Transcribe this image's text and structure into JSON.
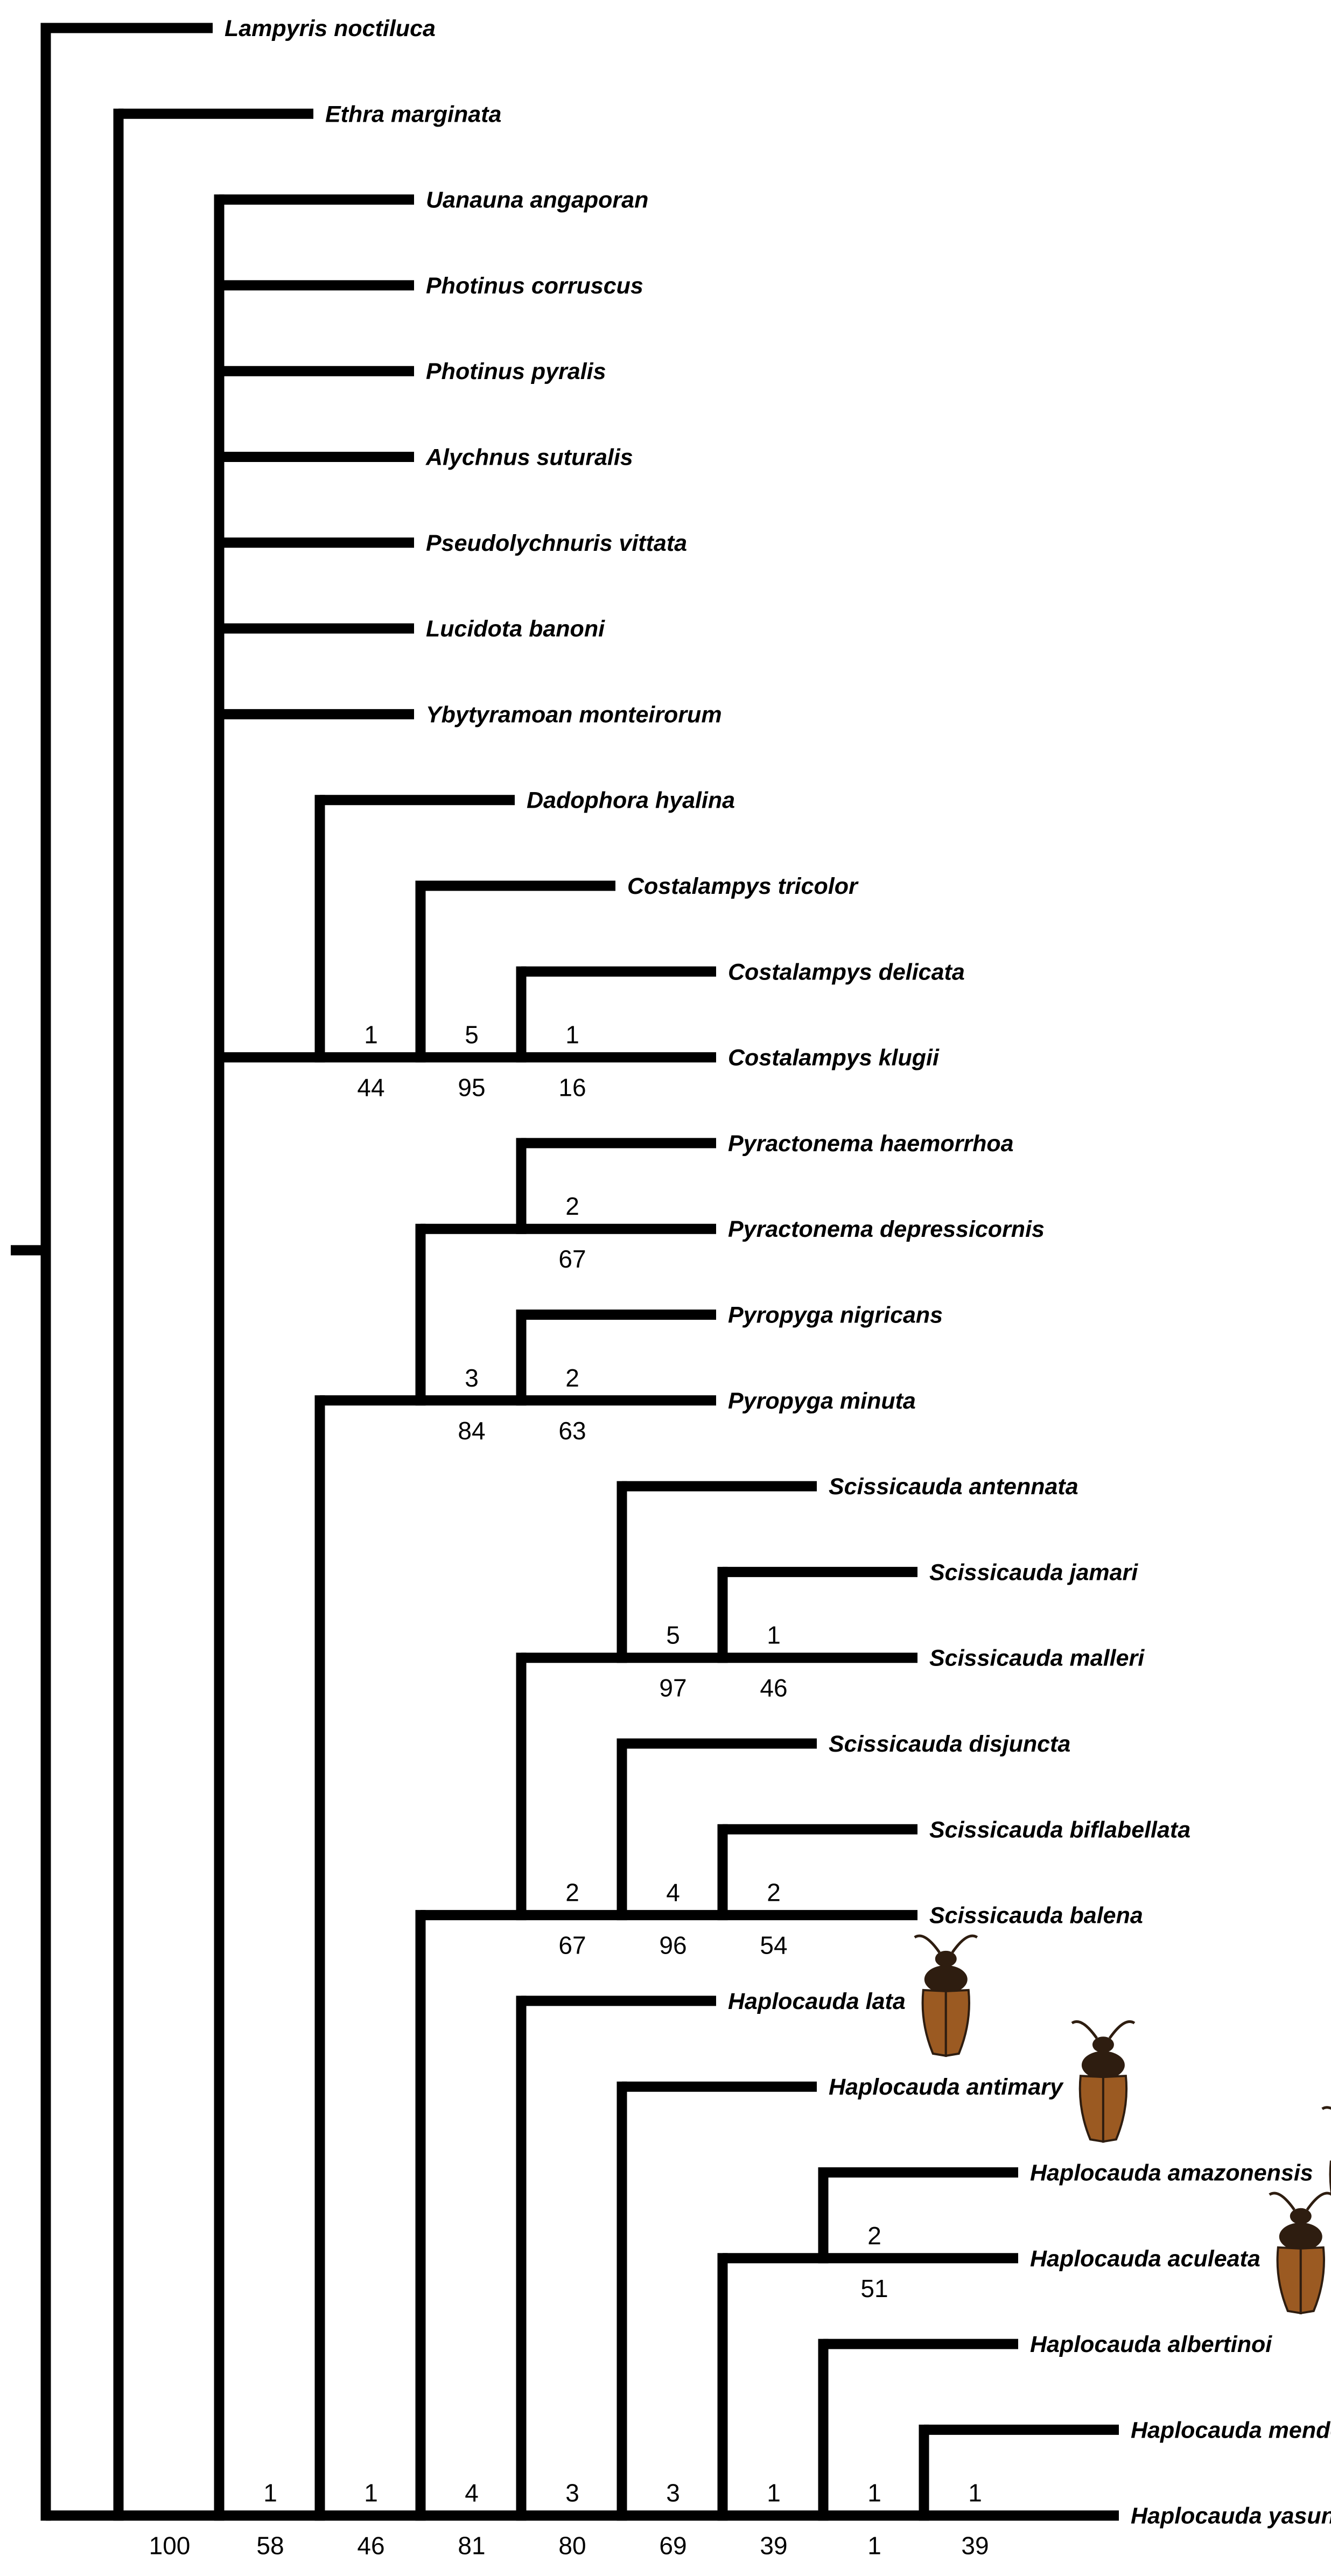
{
  "figure": "phylogenetic-tree",
  "colors": {
    "branch": "#000000",
    "text": "#000000",
    "beetle_body": "#2e1d10",
    "beetle_wing": "#9b5a22"
  },
  "taxa": [
    "Lampyris noctiluca",
    "Ethra marginata",
    "Uanauna angaporan",
    "Photinus corruscus",
    "Photinus pyralis",
    "Alychnus suturalis",
    "Pseudolychnuris vittata",
    "Lucidota banoni",
    "Ybytyramoan monteirorum",
    "Dadophora hyalina",
    "Costalampys tricolor",
    "Costalampys delicata",
    "Costalampys klugii",
    "Pyractonema haemorrhoa",
    "Pyractonema depressicornis",
    "Pyropyga nigricans",
    "Pyropyga minuta",
    "Scissicauda antennata",
    "Scissicauda jamari",
    "Scissicauda malleri",
    "Scissicauda disjuncta",
    "Scissicauda biflabellata",
    "Scissicauda balena",
    "Haplocauda lata",
    "Haplocauda antimary",
    "Haplocauda amazonensis",
    "Haplocauda aculeata",
    "Haplocauda albertinoi",
    "Haplocauda mendesi",
    "Haplocauda yasuni"
  ],
  "tree": {
    "id": "root",
    "children": [
      {
        "taxon": 0
      },
      {
        "id": "n1",
        "support": "100",
        "children": [
          {
            "taxon": 1
          },
          {
            "id": "n2",
            "above": "1",
            "support": "58",
            "children": [
              {
                "taxon": 2
              },
              {
                "taxon": 3
              },
              {
                "taxon": 4
              },
              {
                "taxon": 5
              },
              {
                "taxon": 6
              },
              {
                "taxon": 7
              },
              {
                "taxon": 8
              },
              {
                "id": "n3",
                "above": "1",
                "support": "44",
                "children": [
                  {
                    "taxon": 9
                  },
                  {
                    "id": "n4",
                    "above": "5",
                    "support": "95",
                    "children": [
                      {
                        "taxon": 10
                      },
                      {
                        "id": "n5",
                        "above": "1",
                        "support": "16",
                        "children": [
                          {
                            "taxon": 11
                          },
                          {
                            "taxon": 12
                          }
                        ]
                      }
                    ]
                  }
                ]
              },
              {
                "id": "n6",
                "above": "1",
                "support": "46",
                "children": [
                  {
                    "id": "n7",
                    "above": "3",
                    "support": "84",
                    "children": [
                      {
                        "id": "n8",
                        "above": "2",
                        "support": "67",
                        "children": [
                          {
                            "taxon": 13
                          },
                          {
                            "taxon": 14
                          }
                        ]
                      },
                      {
                        "id": "n9",
                        "above": "2",
                        "support": "63",
                        "children": [
                          {
                            "taxon": 15
                          },
                          {
                            "taxon": 16
                          }
                        ]
                      }
                    ]
                  },
                  {
                    "id": "n10",
                    "above": "4",
                    "support": "81",
                    "children": [
                      {
                        "id": "n11",
                        "above": "2",
                        "support": "67",
                        "children": [
                          {
                            "id": "n12",
                            "above": "5",
                            "support": "97",
                            "children": [
                              {
                                "taxon": 17
                              },
                              {
                                "id": "n13",
                                "above": "1",
                                "support": "46",
                                "children": [
                                  {
                                    "taxon": 18
                                  },
                                  {
                                    "taxon": 19
                                  }
                                ]
                              }
                            ]
                          },
                          {
                            "id": "n14",
                            "above": "4",
                            "support": "96",
                            "children": [
                              {
                                "taxon": 20
                              },
                              {
                                "id": "n15",
                                "above": "2",
                                "support": "54",
                                "children": [
                                  {
                                    "taxon": 21
                                  },
                                  {
                                    "taxon": 22
                                  }
                                ]
                              }
                            ]
                          }
                        ]
                      },
                      {
                        "id": "n16",
                        "above": "3",
                        "support": "80",
                        "children": [
                          {
                            "taxon": 23,
                            "image": "beetle-lata"
                          },
                          {
                            "id": "n17",
                            "above": "3",
                            "support": "69",
                            "children": [
                              {
                                "taxon": 24,
                                "image": "beetle-antimary"
                              },
                              {
                                "id": "n18",
                                "above": "1",
                                "support": "39",
                                "children": [
                                  {
                                    "id": "n19",
                                    "above": "2",
                                    "support": "51",
                                    "children": [
                                      {
                                        "taxon": 25,
                                        "image": "beetle-amazonensis"
                                      },
                                      {
                                        "taxon": 26,
                                        "image": "beetle-aculeata"
                                      }
                                    ]
                                  },
                                  {
                                    "id": "n20",
                                    "above": "1",
                                    "support": "1",
                                    "children": [
                                      {
                                        "taxon": 27
                                      },
                                      {
                                        "id": "n21",
                                        "above": "1",
                                        "support": "39",
                                        "children": [
                                          {
                                            "taxon": 28
                                          },
                                          {
                                            "taxon": 29
                                          }
                                        ]
                                      }
                                    ]
                                  }
                                ]
                              }
                            ]
                          }
                        ]
                      }
                    ]
                  }
                ]
              }
            ]
          }
        ]
      }
    ]
  }
}
